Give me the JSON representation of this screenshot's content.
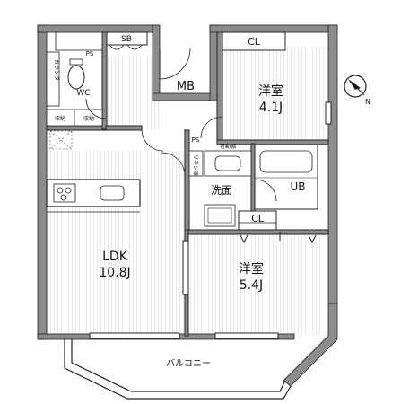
{
  "rooms": {
    "ldk": {
      "name": "LDK",
      "size": "10.8J"
    },
    "western_room_upper": {
      "name": "洋室",
      "size": "4.1J"
    },
    "western_room_lower": {
      "name": "洋室",
      "size": "5.4J"
    }
  },
  "labels": {
    "sb": "SB",
    "cl_upper": "CL",
    "cl_lower": "CL",
    "mb": "MB",
    "wc": "WC",
    "ps_upper": "PS",
    "ps_mid": "PS",
    "counter": "カウンター",
    "storage_left": "収納",
    "storage_right": "収納",
    "washroom": "洗面",
    "ub": "UB",
    "linen": "リネン庫",
    "movable_shelf": "可動棚",
    "balcony": "バルコニー"
  },
  "colors": {
    "wall": "#8c8c8c",
    "floor_hatch": "#cfcfcf",
    "line": "#222222",
    "background": "#ffffff"
  },
  "compass": {
    "icon": "north-arrow-icon",
    "letter": "N"
  }
}
